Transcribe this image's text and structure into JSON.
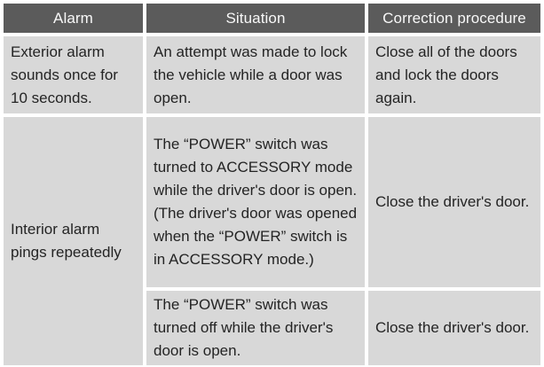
{
  "table": {
    "headers": [
      "Alarm",
      "Situation",
      "Correction procedure"
    ],
    "rows": [
      {
        "alarm": "Exterior alarm sounds once for 10 seconds.",
        "situation": "An attempt was made to lock the vehicle while a door was open.",
        "correction": "Close all of the doors and lock the doors again."
      },
      {
        "alarm": "Interior alarm pings repeatedly",
        "situation": "The “POWER” switch was turned to ACCESSORY mode while the driver's door is open. (The driver's door was opened when the “POWER” switch is in ACCESSORY mode.)",
        "correction": "Close the driver's door."
      },
      {
        "situation": "The “POWER” switch was turned off while the driver's door is open.",
        "correction": "Close the driver's door."
      }
    ],
    "colors": {
      "header_bg": "#5b5b5b",
      "header_text": "#f8f8f8",
      "cell_bg": "#d8d8d8",
      "body_text": "#242424",
      "grid": "#ffffff"
    }
  }
}
